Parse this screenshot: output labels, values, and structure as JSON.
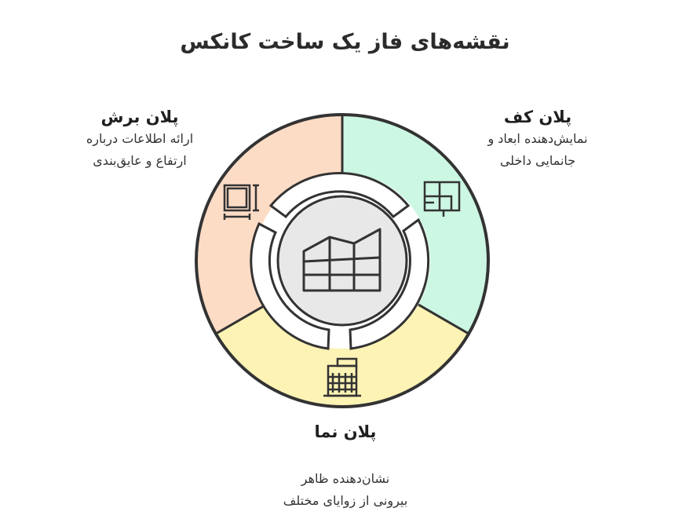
{
  "title": "نقشه‌های فاز یک ساخت کانکس",
  "segments": {
    "floor": {
      "heading": "پلان کف",
      "desc_line1": "نمایش‌دهنده ابعاد و",
      "desc_line2": "جانمایی داخلی",
      "color": "#ccf7e3",
      "icon": "floor-plan-icon"
    },
    "section": {
      "heading": "پلان برش",
      "desc_line1": "ارائه اطلاعات درباره",
      "desc_line2": "ارتفاع و عایق‌بندی",
      "color": "#fddcc6",
      "icon": "section-dimension-icon"
    },
    "facade": {
      "heading": "پلان نما",
      "desc_line1": "نشان‌دهنده ظاهر",
      "desc_line2": "بیرونی از زوایای مختلف",
      "color": "#fdf3b4",
      "icon": "building-icon"
    }
  },
  "center": {
    "icon": "blueprint-icon",
    "color": "#e8e8e8"
  }
}
